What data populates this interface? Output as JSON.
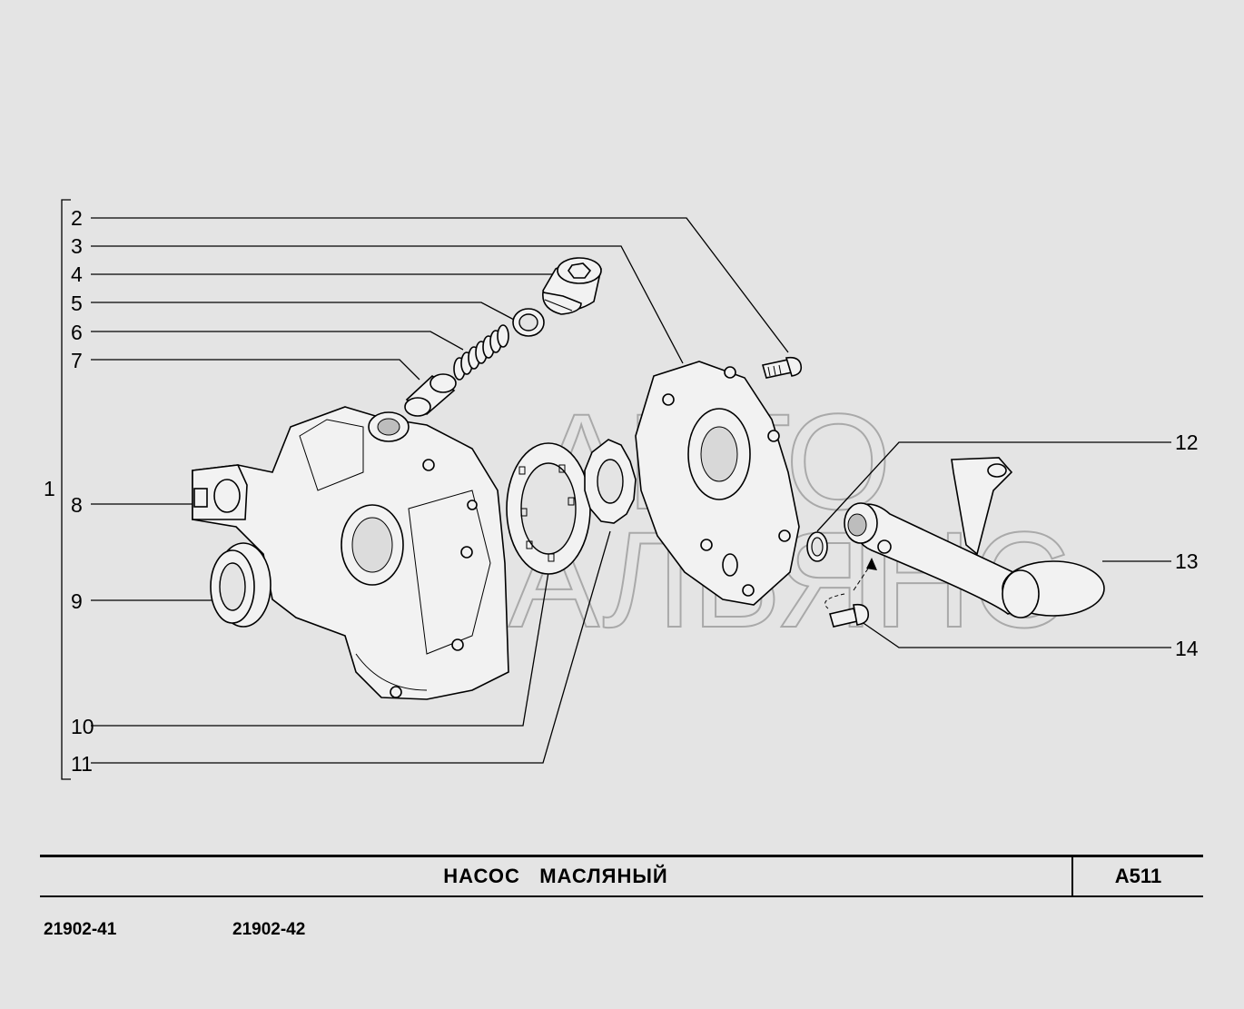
{
  "diagram": {
    "group_label": "1",
    "callouts_left": [
      "2",
      "3",
      "4",
      "5",
      "6",
      "7",
      "8",
      "9",
      "10",
      "11"
    ],
    "callouts_right": [
      "12",
      "13",
      "14"
    ],
    "watermark": [
      "АВТО",
      "АЛЬЯНС"
    ]
  },
  "title_block": {
    "title": "НАСОС   МАСЛЯНЫЙ",
    "code": "A511"
  },
  "models": [
    "21902-41",
    "21902-42"
  ]
}
